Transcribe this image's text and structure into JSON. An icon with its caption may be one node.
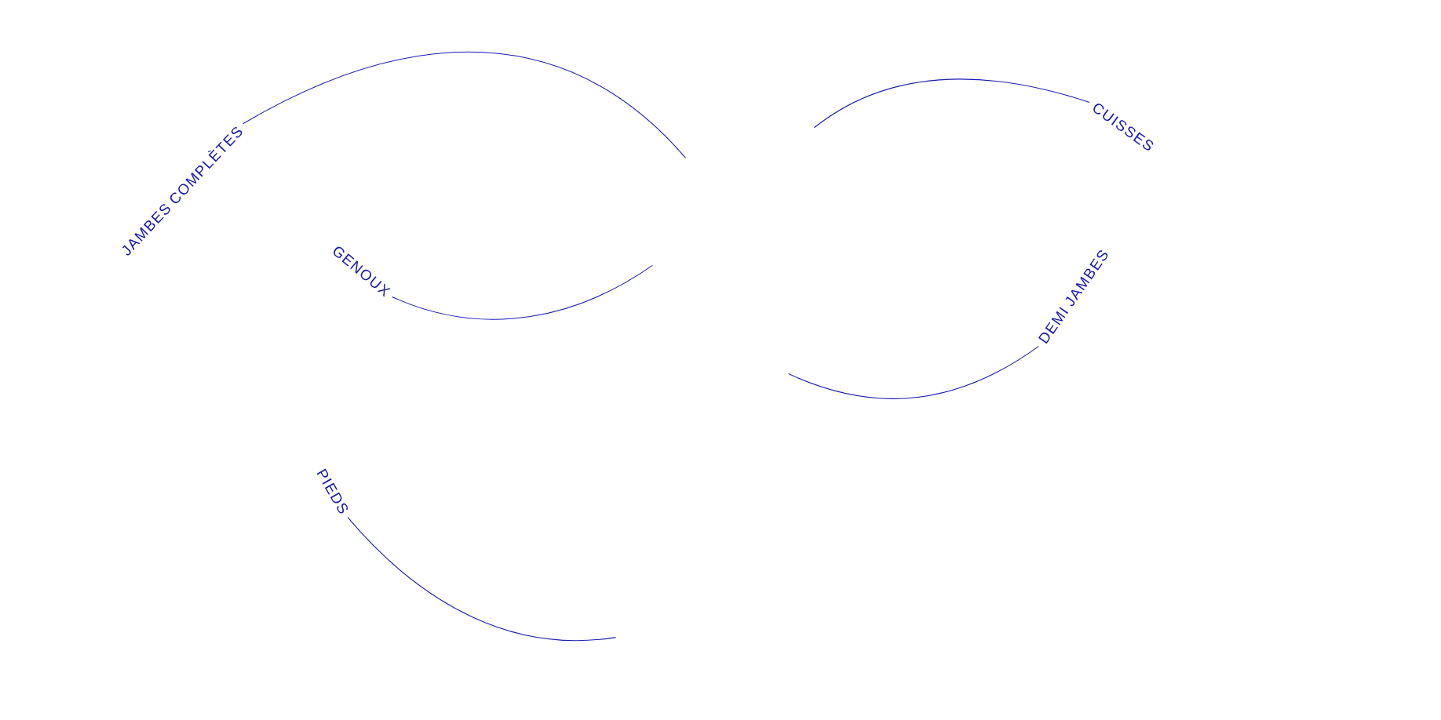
{
  "diagram": {
    "nodes": [
      {
        "text": [
          "JAMBES COMPLÈTES"
        ]
      },
      {
        "text": [
          "GENOUX"
        ]
      },
      {
        "text": [
          "CUISSES"
        ]
      },
      {
        "text": [
          "DEMI JAMBES"
        ]
      },
      {
        "text": [
          "PIEDS"
        ]
      }
    ],
    "edges": [
      {
        "from": 0,
        "to": null,
        "arrow": "none"
      },
      {
        "from": 1,
        "to": null,
        "arrow": "none"
      },
      {
        "from": 2,
        "to": null,
        "arrow": "none"
      },
      {
        "from": 3,
        "to": null,
        "arrow": "none"
      },
      {
        "from": 4,
        "to": null,
        "arrow": "none"
      }
    ]
  }
}
